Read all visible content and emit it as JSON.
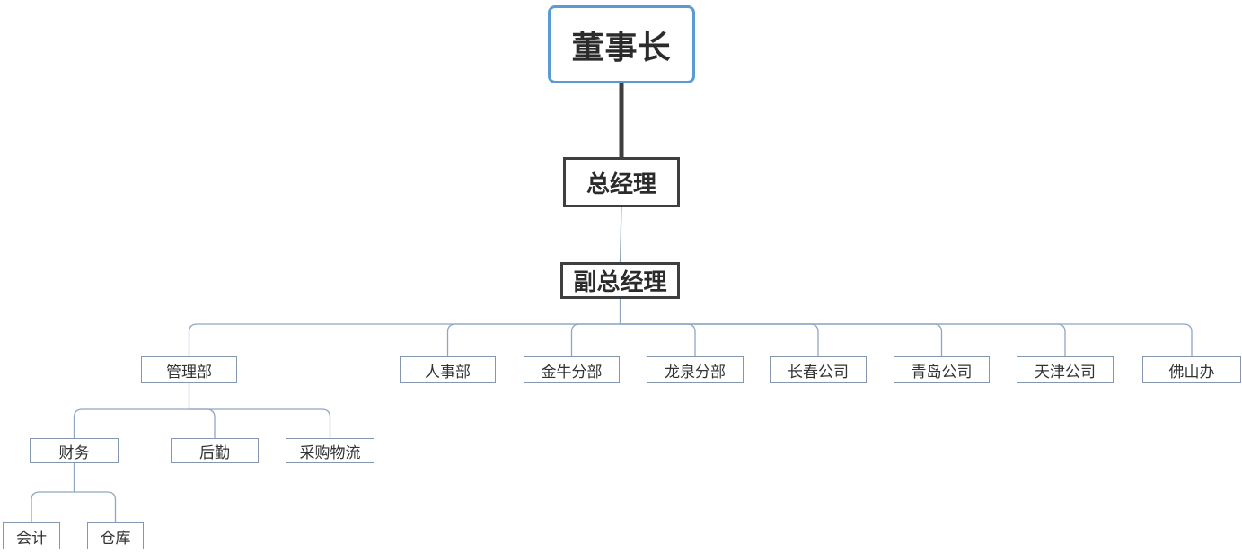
{
  "org_chart": {
    "nodes": [
      {
        "id": "chairman",
        "label": "董事长",
        "role": "root"
      },
      {
        "id": "general-manager",
        "label": "总经理",
        "role": "exec"
      },
      {
        "id": "deputy-general-manager",
        "label": "副总经理",
        "role": "exec"
      },
      {
        "id": "management-dept",
        "label": "管理部",
        "role": "dept"
      },
      {
        "id": "hr-dept",
        "label": "人事部",
        "role": "dept"
      },
      {
        "id": "jinniu-branch",
        "label": "金牛分部",
        "role": "dept"
      },
      {
        "id": "longquan-branch",
        "label": "龙泉分部",
        "role": "dept"
      },
      {
        "id": "changchun-company",
        "label": "长春公司",
        "role": "dept"
      },
      {
        "id": "qingdao-company",
        "label": "青岛公司",
        "role": "dept"
      },
      {
        "id": "tianjin-company",
        "label": "天津公司",
        "role": "dept"
      },
      {
        "id": "foshan-office",
        "label": "佛山办",
        "role": "dept"
      },
      {
        "id": "finance",
        "label": "财务",
        "role": "dept"
      },
      {
        "id": "logistics",
        "label": "后勤",
        "role": "dept"
      },
      {
        "id": "procurement-logistics",
        "label": "采购物流",
        "role": "dept"
      },
      {
        "id": "accounting",
        "label": "会计",
        "role": "dept"
      },
      {
        "id": "warehouse",
        "label": "仓库",
        "role": "dept"
      }
    ],
    "edges": [
      {
        "from": "chairman",
        "to": "general-manager",
        "emphasis": true
      },
      {
        "from": "general-manager",
        "to": "deputy-general-manager",
        "emphasis": false
      },
      {
        "from": "deputy-general-manager",
        "to": "management-dept",
        "emphasis": false
      },
      {
        "from": "deputy-general-manager",
        "to": "hr-dept",
        "emphasis": false
      },
      {
        "from": "deputy-general-manager",
        "to": "jinniu-branch",
        "emphasis": false
      },
      {
        "from": "deputy-general-manager",
        "to": "longquan-branch",
        "emphasis": false
      },
      {
        "from": "deputy-general-manager",
        "to": "changchun-company",
        "emphasis": false
      },
      {
        "from": "deputy-general-manager",
        "to": "qingdao-company",
        "emphasis": false
      },
      {
        "from": "deputy-general-manager",
        "to": "tianjin-company",
        "emphasis": false
      },
      {
        "from": "deputy-general-manager",
        "to": "foshan-office",
        "emphasis": false
      },
      {
        "from": "management-dept",
        "to": "finance",
        "emphasis": false
      },
      {
        "from": "management-dept",
        "to": "logistics",
        "emphasis": false
      },
      {
        "from": "management-dept",
        "to": "procurement-logistics",
        "emphasis": false
      },
      {
        "from": "finance",
        "to": "accounting",
        "emphasis": false
      },
      {
        "from": "finance",
        "to": "warehouse",
        "emphasis": false
      }
    ],
    "colors": {
      "root_border": "#5b9bd5",
      "exec_border": "#3f3f3f",
      "dept_border": "#8496b0",
      "connector": "#8fa6c2",
      "trunk_connector": "#3f3f3f",
      "text": "#2b2b2b",
      "background": "#ffffff"
    }
  }
}
